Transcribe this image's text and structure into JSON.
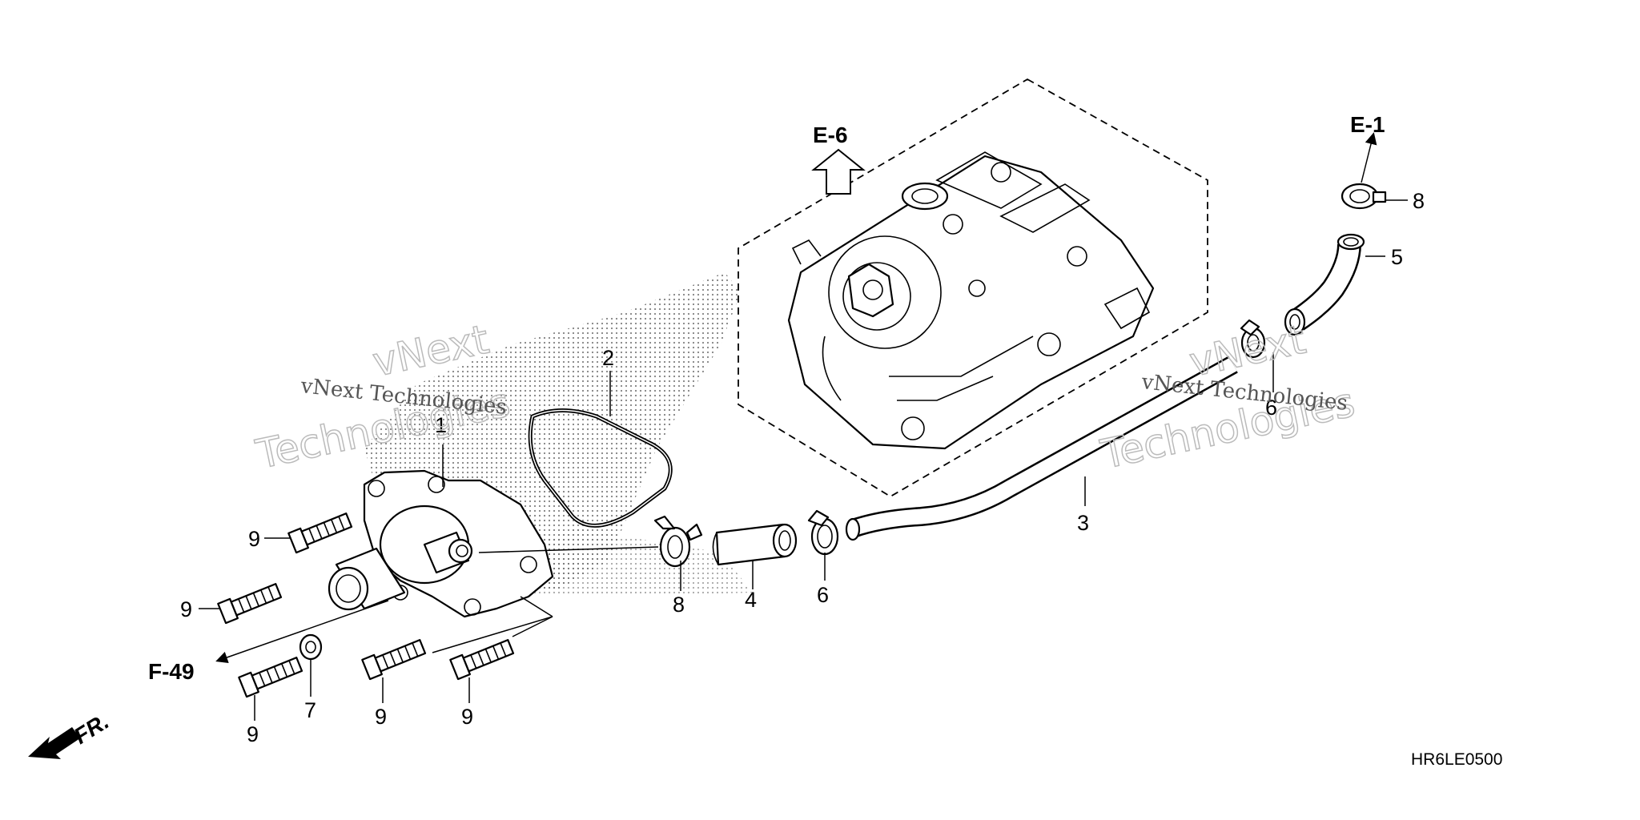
{
  "diagram_code": "HR6LE0500",
  "direction_label": "FR.",
  "refs": {
    "e6": "E-6",
    "e1": "E-1",
    "f49": "F-49"
  },
  "callouts": {
    "c1": "1",
    "c2": "2",
    "c3": "3",
    "c4": "4",
    "c5": "5",
    "c6_lower": "6",
    "c6_upper": "6",
    "c7": "7",
    "c8_lower": "8",
    "c8_upper": "8",
    "c9_a": "9",
    "c9_b": "9",
    "c9_c": "9",
    "c9_d": "9",
    "c9_e": "9"
  },
  "watermarks": {
    "small": "vNext Technologies",
    "big_line1": "vNext",
    "big_line2": "Technologies"
  }
}
